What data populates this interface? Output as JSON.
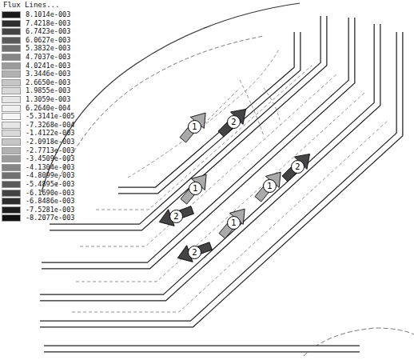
{
  "diagram": {
    "title": "Flux Lines...",
    "labels": [
      "2",
      "1",
      "2",
      "1",
      "1",
      "2",
      "1",
      "2"
    ],
    "legend": [
      {
        "text": "8.1014e-003",
        "color": "#1a1a1a"
      },
      {
        "text": "7.4218e-003",
        "color": "#2e2e2e"
      },
      {
        "text": "6.7423e-003",
        "color": "#444444"
      },
      {
        "text": "6.0627e-003",
        "color": "#5a5a5a"
      },
      {
        "text": "5.3832e-003",
        "color": "#707070"
      },
      {
        "text": "4.7037e-003",
        "color": "#868686"
      },
      {
        "text": "4.0241e-003",
        "color": "#9c9c9c"
      },
      {
        "text": "3.3446e-003",
        "color": "#b2b2b2"
      },
      {
        "text": "2.6650e-003",
        "color": "#c6c6c6"
      },
      {
        "text": "1.9855e-003",
        "color": "#d8d8d8"
      },
      {
        "text": "1.3059e-003",
        "color": "#e6e6e6"
      },
      {
        "text": "6.2640e-004",
        "color": "#f0f0f0"
      },
      {
        "text": "-5.3141e-005",
        "color": "#f6f6f6"
      },
      {
        "text": "-7.3268e-004",
        "color": "#e6e6e6"
      },
      {
        "text": "-1.4122e-003",
        "color": "#d8d8d8"
      },
      {
        "text": "-2.0918e-003",
        "color": "#c6c6c6"
      },
      {
        "text": "-2.7713e-003",
        "color": "#b2b2b2"
      },
      {
        "text": "-3.4509e-003",
        "color": "#9c9c9c"
      },
      {
        "text": "-4.1304e-003",
        "color": "#868686"
      },
      {
        "text": "-4.8099e-003",
        "color": "#707070"
      },
      {
        "text": "-5.4895e-003",
        "color": "#5a5a5a"
      },
      {
        "text": "-6.1690e-003",
        "color": "#444444"
      },
      {
        "text": "-6.8486e-003",
        "color": "#2e2e2e"
      },
      {
        "text": "-7.5281e-003",
        "color": "#1f1f1f"
      },
      {
        "text": "-8.2077e-003",
        "color": "#111111"
      }
    ]
  }
}
